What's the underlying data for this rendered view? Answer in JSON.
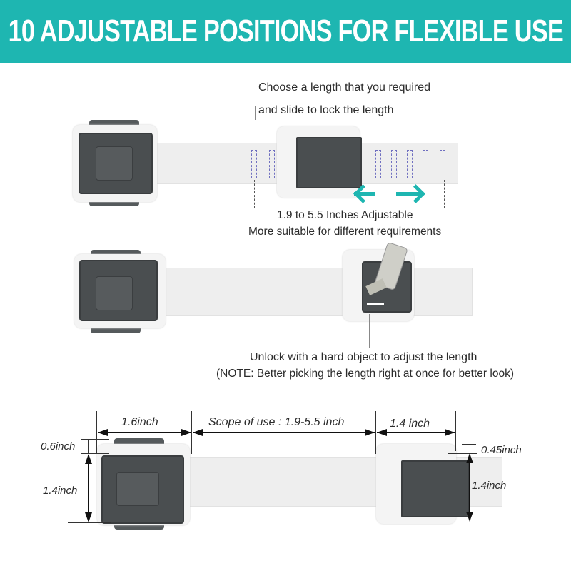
{
  "banner": {
    "title": "10 ADJUSTABLE POSITIONS FOR FLEXIBLE USE",
    "background_color": "#1eb6b1",
    "text_color": "#ffffff"
  },
  "section1": {
    "caption_line1": "Choose a length that you required",
    "caption_line2": "and slide to lock the length",
    "range_line1": "1.9 to 5.5 Inches Adjustable",
    "range_line2": "More suitable for different requirements",
    "arrow_icon": "double-arrow-left-right",
    "arrow_color": "#1eb6b1"
  },
  "section2": {
    "caption_line1": "Unlock with a hard object to adjust the length",
    "caption_line2": "(NOTE: Better picking the length right at once for better look)",
    "key_icon": "key"
  },
  "section3": {
    "left_width": "1.6inch",
    "scope": "Scope of use : 1.9-5.5 inch",
    "right_width": "1.4 inch",
    "left_top_offset": "0.6inch",
    "left_height": "1.4inch",
    "right_top_offset": "0.45inch",
    "right_height": "1.4inch"
  }
}
